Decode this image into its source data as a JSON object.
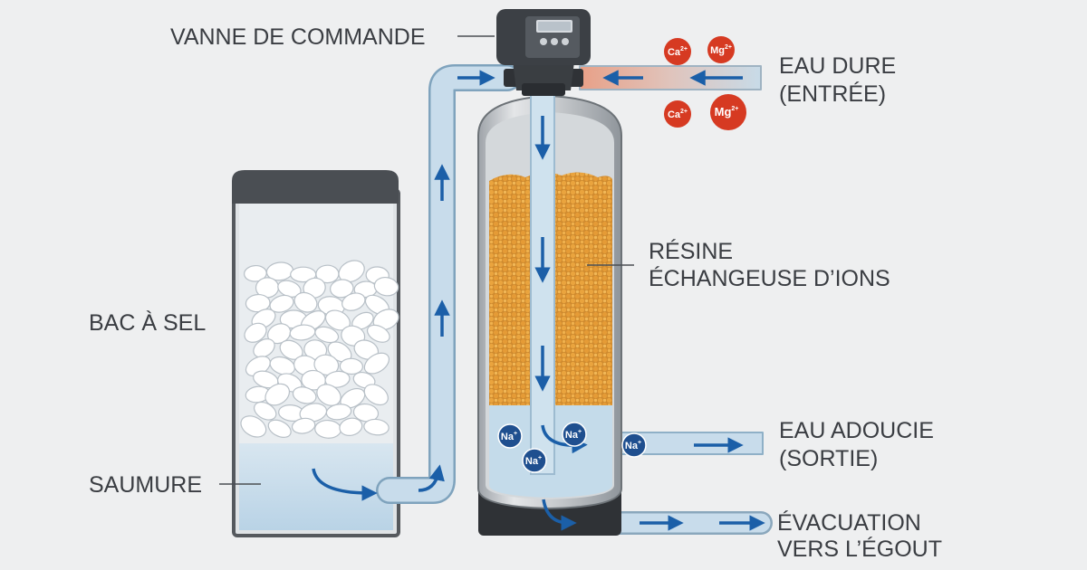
{
  "labels": {
    "control_valve": "VANNE DE COMMANDE",
    "hard_water_l1": "EAU DURE",
    "hard_water_l2": "(ENTRÉE)",
    "resin_l1": "RÉSINE",
    "resin_l2": "ÉCHANGEUSE D’IONS",
    "salt_tank": "BAC À SEL",
    "brine": "SAUMURE",
    "soft_water_l1": "EAU ADOUCIE",
    "soft_water_l2": "(SORTIE)",
    "drain_l1": "ÉVACUATION",
    "drain_l2": "VERS L’ÉGOUT"
  },
  "ions": {
    "calcium": {
      "symbol": "Ca",
      "charge": "2+"
    },
    "magnesium": {
      "symbol": "Mg",
      "charge": "2+"
    },
    "sodium": {
      "symbol": "Na",
      "charge": "+"
    }
  },
  "colors": {
    "background": "#eeeff0",
    "pipe": "#c4dcea",
    "arrow": "#1b5fa8",
    "hard_ion": "#d63a22",
    "sodium_ion": "#1f4f8f",
    "resin": "#e09a3a"
  }
}
